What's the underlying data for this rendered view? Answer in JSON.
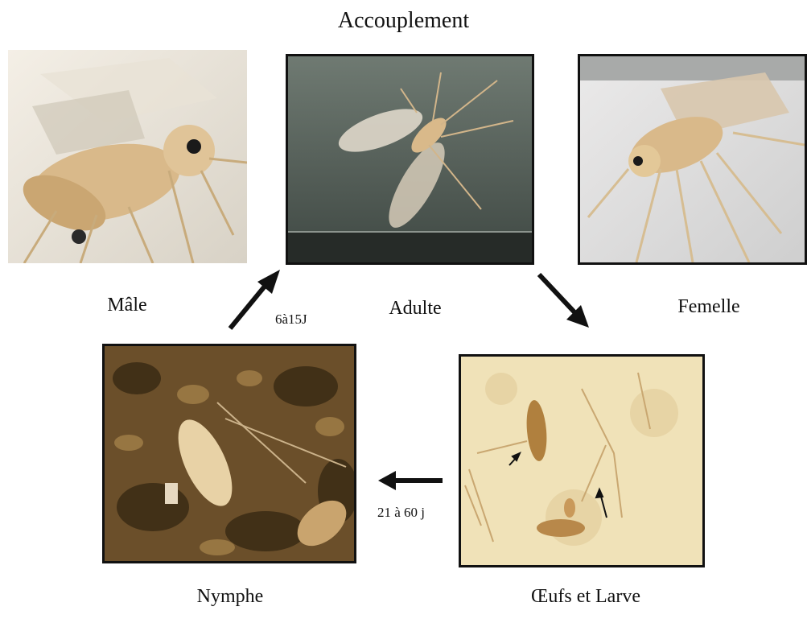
{
  "title": "Accouplement",
  "stages": {
    "male": "Mâle",
    "adult": "Adulte",
    "female": "Femelle",
    "nymph": "Nymphe",
    "eggs_larva": "Œufs et Larve"
  },
  "durations": {
    "nymph_to_adult": "6à15J",
    "eggs_to_nymph": "21 à 60 j"
  },
  "colors": {
    "border": "#111111",
    "arrow": "#111111",
    "insect_body": "#d9b98a",
    "larva_background": "#f0e2b8",
    "soil": "#6b4f2a"
  }
}
